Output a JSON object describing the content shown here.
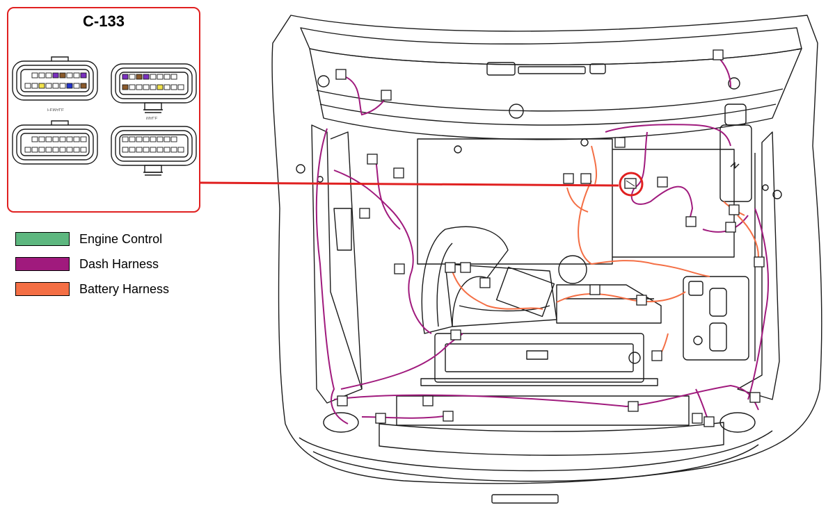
{
  "inset": {
    "connector_id": "C-133",
    "label_female": "FEMALE",
    "label_male": "MALE"
  },
  "legend": [
    {
      "label": "Engine Control",
      "color": "#5db77f"
    },
    {
      "label": "Dash Harness",
      "color": "#a01a7d"
    },
    {
      "label": "Battery Harness",
      "color": "#f46f45"
    }
  ],
  "colors": {
    "callout": "#e02020",
    "outline": "#1a1a1a",
    "dash_wire": "#a01a7d",
    "battery_wire": "#f46f45",
    "pin_yellow": "#f2e34b",
    "pin_purple": "#7a2fbf",
    "pin_blue": "#2233cc",
    "pin_brown": "#8a5a2b"
  }
}
